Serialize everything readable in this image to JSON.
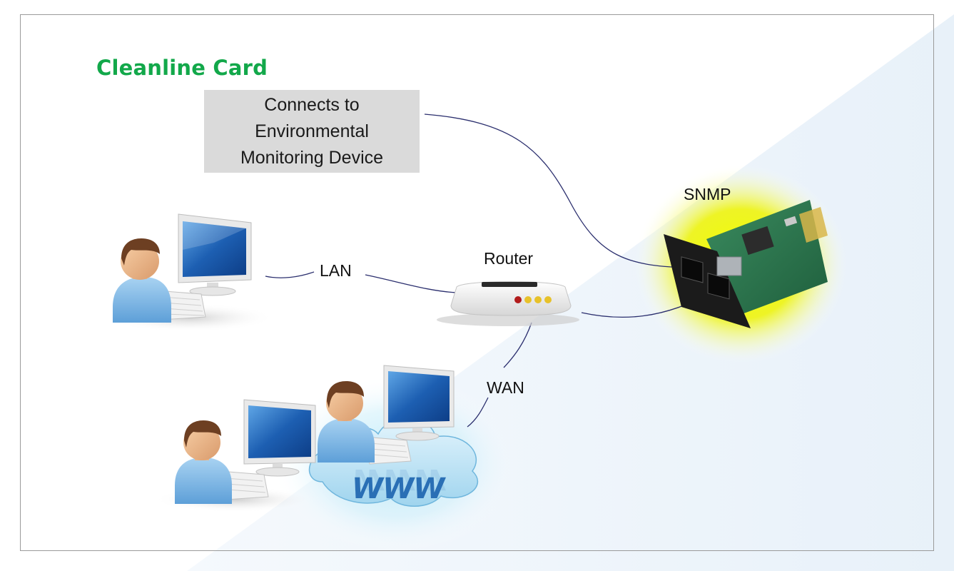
{
  "title": "Cleanline Card",
  "callout": "Connects to\nEnvironmental\nMonitoring Device",
  "labels": {
    "snmp": "SNMP",
    "router": "Router",
    "lan": "LAN",
    "wan": "WAN",
    "www": "WWW"
  },
  "colors": {
    "title": "#12a84a",
    "cable": "#2b2f6e",
    "snmp_glow": "#eef200",
    "cloud_glow": "#9fdcf2",
    "background_tint": "#eef5fb"
  },
  "icons": [
    "user-icon",
    "monitor-icon",
    "keyboard-icon",
    "router-icon",
    "snmp-card-icon",
    "cloud-icon"
  ]
}
